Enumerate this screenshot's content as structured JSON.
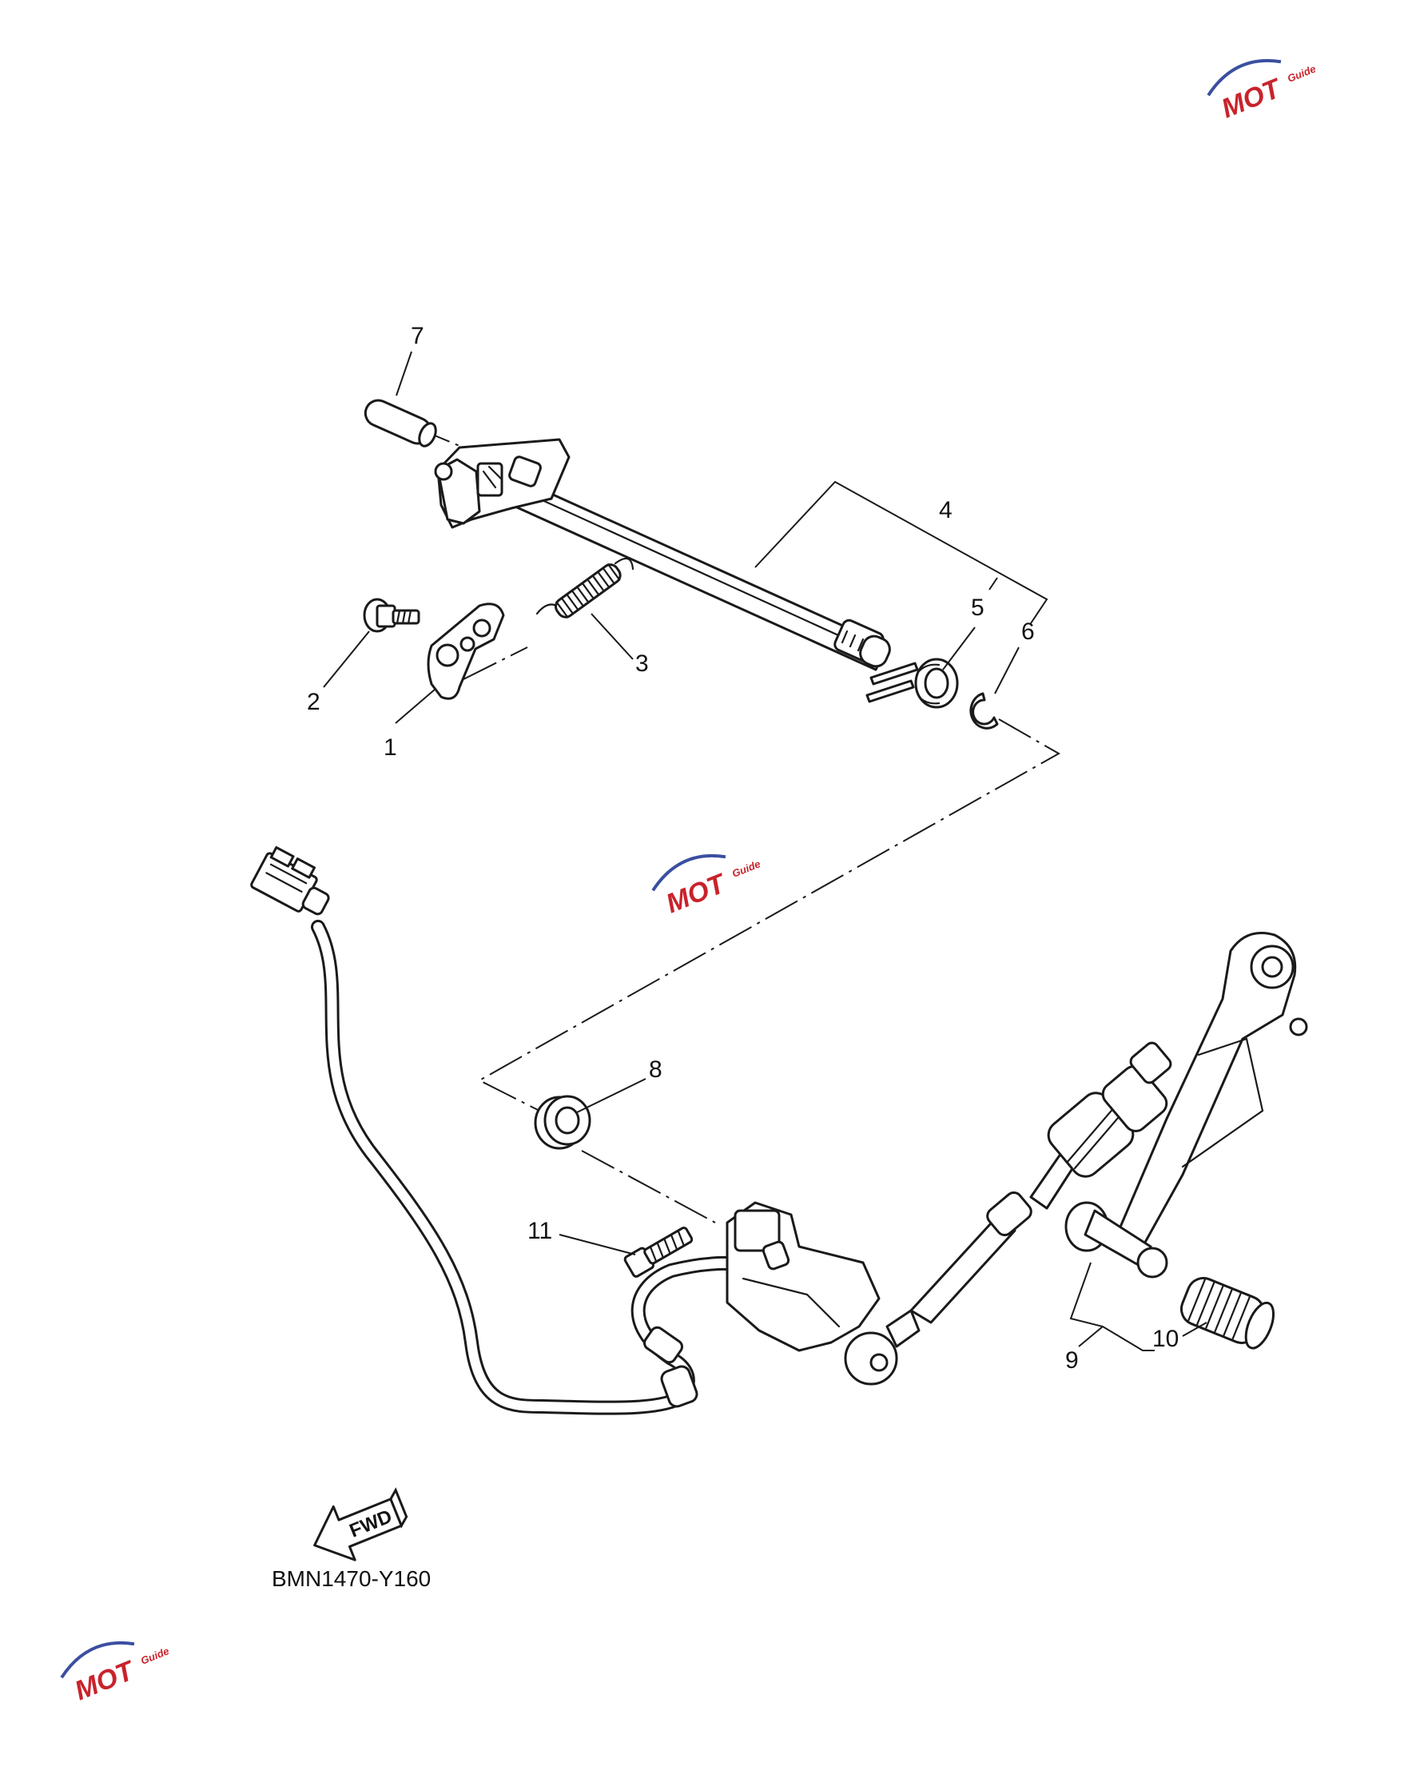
{
  "callouts": [
    {
      "id": "1",
      "label": "1"
    },
    {
      "id": "2",
      "label": "2"
    },
    {
      "id": "3",
      "label": "3"
    },
    {
      "id": "4",
      "label": "4"
    },
    {
      "id": "5",
      "label": "5"
    },
    {
      "id": "6",
      "label": "6"
    },
    {
      "id": "7",
      "label": "7"
    },
    {
      "id": "8",
      "label": "8"
    },
    {
      "id": "9",
      "label": "9"
    },
    {
      "id": "10",
      "label": "10"
    },
    {
      "id": "11",
      "label": "11"
    }
  ],
  "fwd_label": "FWD",
  "diagram_code": "BMN1470-Y160",
  "watermark": {
    "brand": "MOT",
    "sub": "Guide"
  },
  "colors": {
    "ink": "#1a1a1a",
    "watermark_red": "#c8232c",
    "watermark_blue": "#3b4fa0"
  }
}
